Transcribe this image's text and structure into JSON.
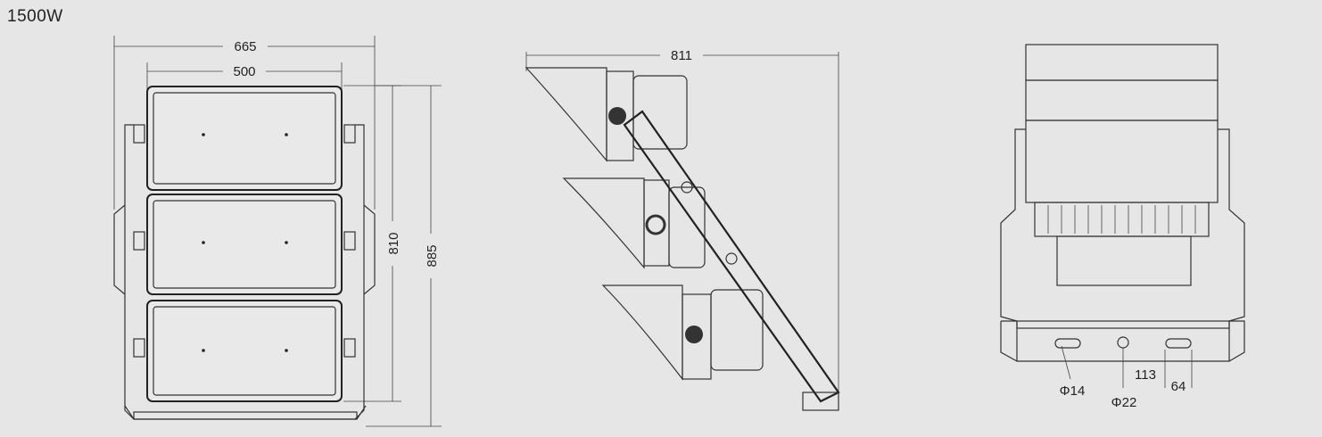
{
  "title": "1500W",
  "front_view": {
    "overall_width": "665",
    "panel_width": "500",
    "panel_height": "810",
    "overall_height": "885"
  },
  "side_view": {
    "depth": "811"
  },
  "back_view": {
    "slot_dia": "Φ14",
    "hole_dia": "Φ22",
    "slot_spacing": "113",
    "slot_length": "64"
  }
}
